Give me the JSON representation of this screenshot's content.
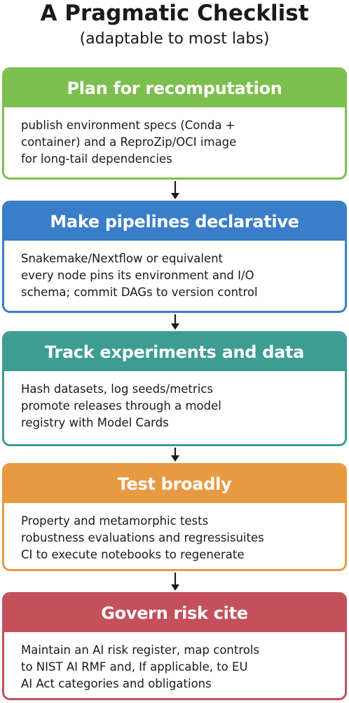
{
  "title": "A Pragmatic Checklist",
  "subtitle": "(adaptable to most labs)",
  "steps": [
    {
      "heading": "Plan for recomputation",
      "color": "#7dbf4e",
      "lines": [
        "publish environment specs (Conda +",
        "container) and a ReproZip/OCI image",
        "for long-tail dependencies"
      ]
    },
    {
      "heading": "Make pipelines declarative",
      "color": "#3a7dc9",
      "lines": [
        "Snakemake/Nextflow or equivalent",
        "every node pins its environment  and I/O",
        "schema; commit DAGs to version control"
      ]
    },
    {
      "heading": "Track experiments and data",
      "color": "#3d9c94",
      "lines": [
        "Hash datasets, log seeds/metrics",
        "promote releases through a model",
        "registry with Model Cards"
      ]
    },
    {
      "heading": "Test broadly",
      "color": "#e89a42",
      "lines": [
        "Property and metamorphic tests",
        "robustness evaluations and regressisuites",
        "CI to execute notebooks to regenerate"
      ]
    },
    {
      "heading": "Govern risk cite",
      "color": "#c4505c",
      "lines": [
        "Maintain an AI risk register, map controls",
        "to NIST AI RMF and, If applicable, to EU",
        "AI Act categories and obligations"
      ]
    }
  ]
}
